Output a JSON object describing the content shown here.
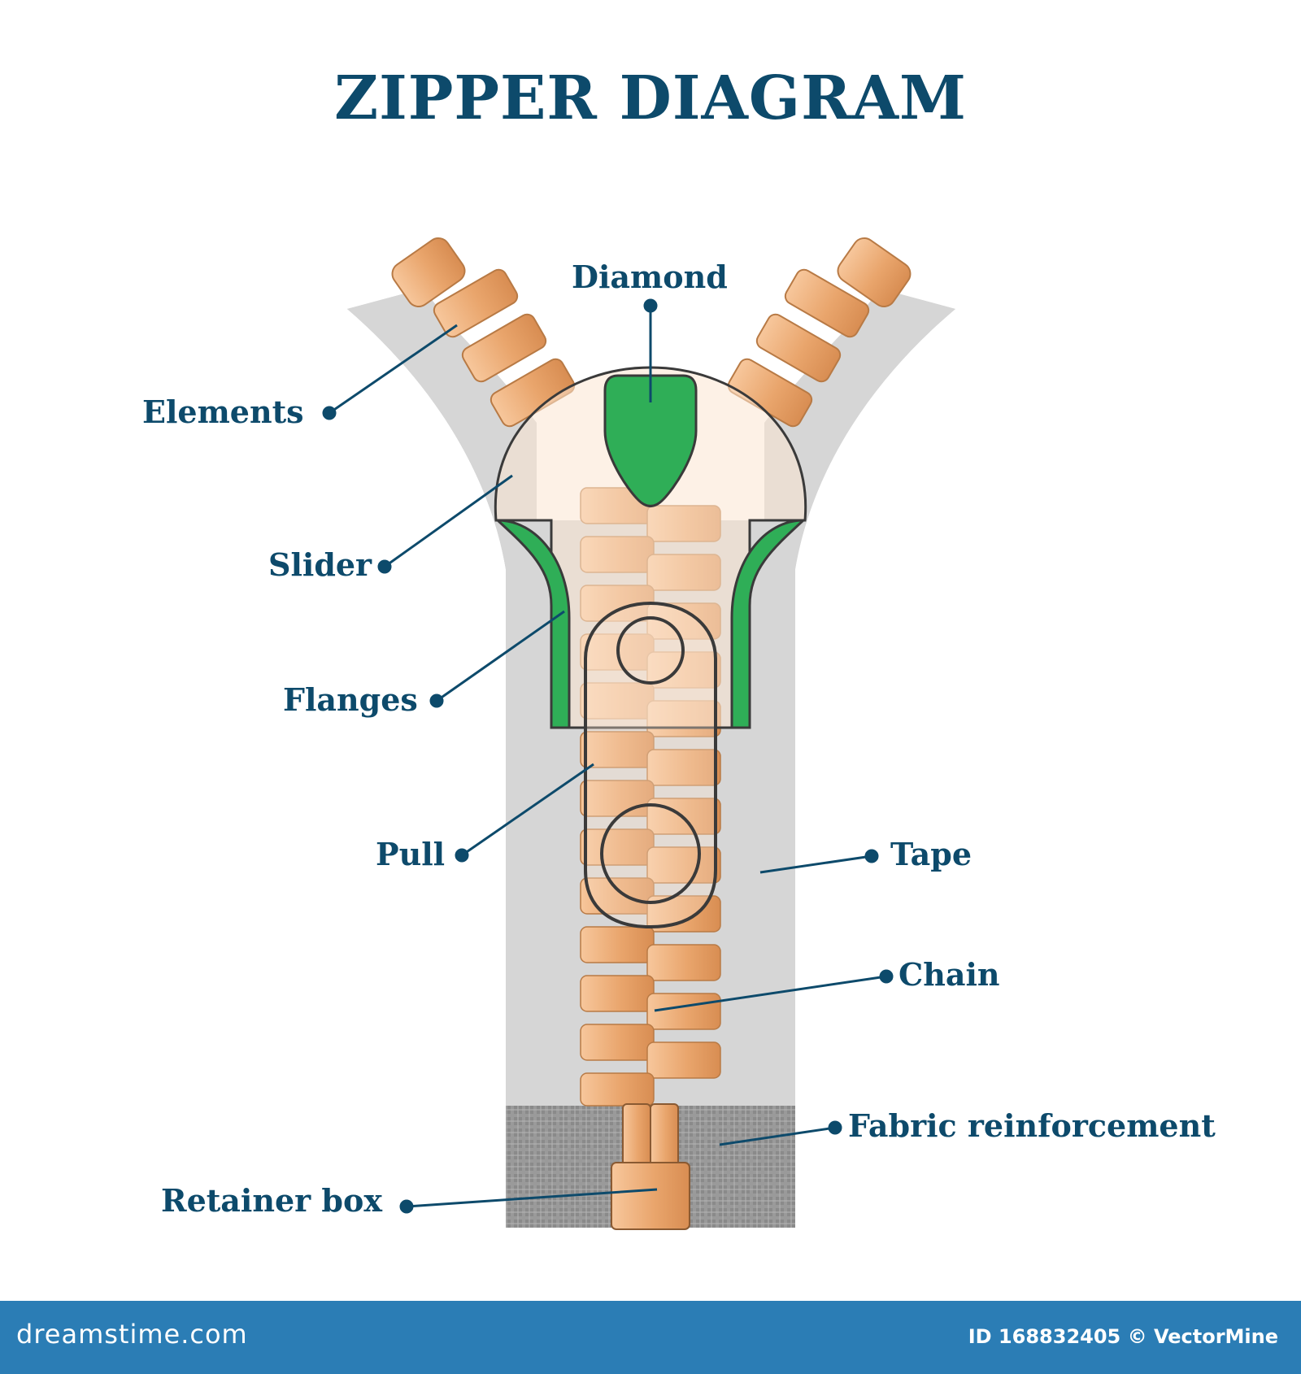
{
  "title": "ZIPPER DIAGRAM",
  "labels": {
    "diamond": "Diamond",
    "elements": "Elements",
    "slider": "Slider",
    "flanges": "Flanges",
    "pull": "Pull",
    "tape": "Tape",
    "chain": "Chain",
    "fabric_reinforcement": "Fabric reinforcement",
    "retainer_box": "Retainer box"
  },
  "footer": {
    "site": "dreamstime.com",
    "id": "ID 168832405 © VectorMine"
  },
  "colors": {
    "title": "#0d4a6b",
    "tape": "#d5d5d5",
    "teeth": "#e9a66f",
    "green": "#2fae57",
    "footer": "#2b7db5"
  }
}
